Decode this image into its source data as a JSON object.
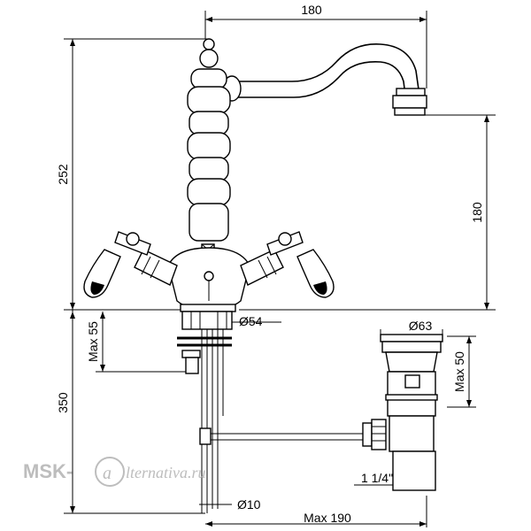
{
  "dimensions": {
    "spout_reach": "180",
    "overall_height": "252",
    "spout_height": "180",
    "base_diameter": "Ø54",
    "max_thickness": "Max 55",
    "hose_length": "350",
    "pipe_diameter": "Ø10",
    "max_offset": "Max 190",
    "waste_diameter": "Ø63",
    "waste_height": "Max 50",
    "thread": "1 1/4\""
  },
  "watermark": {
    "brand": "MSK-",
    "script": "lternativa.ru"
  }
}
